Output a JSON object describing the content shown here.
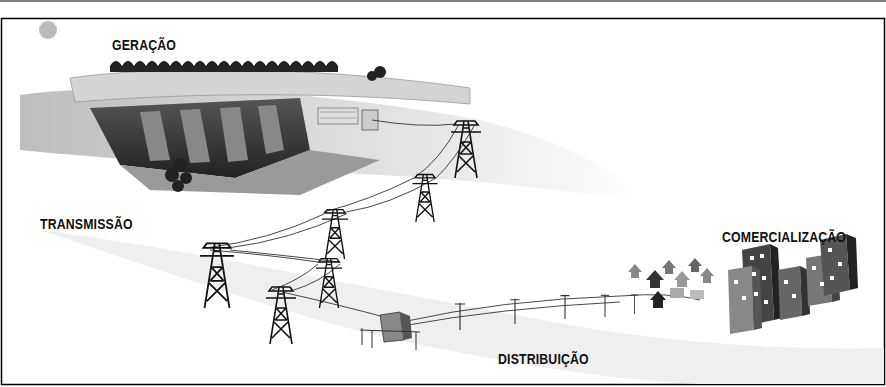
{
  "diagram": {
    "labels": [
      "GERAÇÃO",
      "TRANSMISSÃO",
      "DISTRIBUIÇÃO",
      "COMERCIALIZAÇÃO"
    ]
  }
}
